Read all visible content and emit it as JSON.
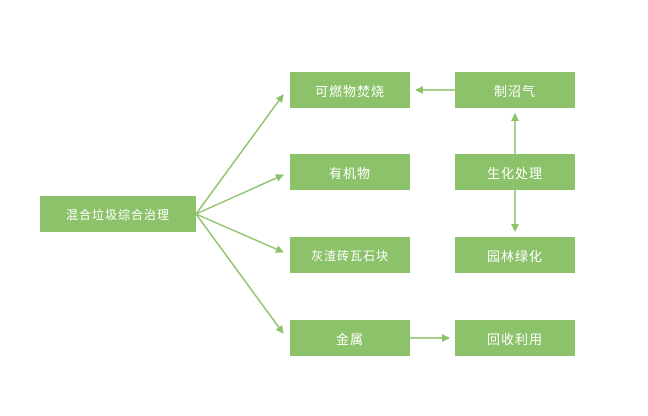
{
  "diagram": {
    "type": "flowchart",
    "colors": {
      "node_background": "#8cc269",
      "node_text": "#ffffff",
      "arrow": "#8cc269",
      "page_background": "#ffffff"
    },
    "nodes": {
      "root": {
        "label": "混合垃圾综合治理"
      },
      "combustible": {
        "label": "可燃物焚烧"
      },
      "organic": {
        "label": "有机物"
      },
      "ash": {
        "label": "灰渣砖瓦石块"
      },
      "metal": {
        "label": "金属"
      },
      "biogas": {
        "label": "制沼气"
      },
      "biochem": {
        "label": "生化处理"
      },
      "landscaping": {
        "label": "园林绿化"
      },
      "recycle": {
        "label": "回收利用"
      }
    },
    "edges": [
      {
        "from": "root",
        "to": "combustible"
      },
      {
        "from": "root",
        "to": "organic"
      },
      {
        "from": "root",
        "to": "ash"
      },
      {
        "from": "root",
        "to": "metal"
      },
      {
        "from": "biogas",
        "to": "combustible"
      },
      {
        "from": "biochem",
        "to": "biogas"
      },
      {
        "from": "biochem",
        "to": "landscaping"
      },
      {
        "from": "metal",
        "to": "recycle"
      }
    ]
  }
}
